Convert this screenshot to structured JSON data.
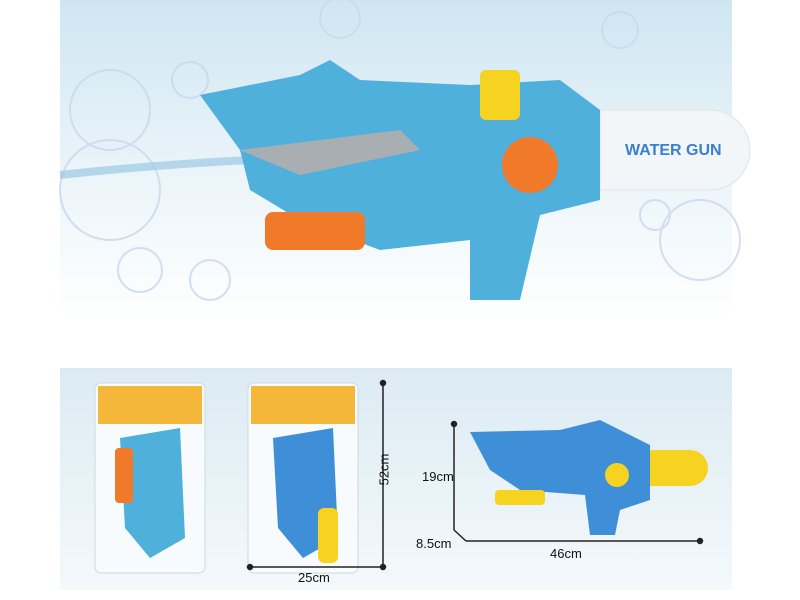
{
  "product": {
    "logo_text": "WATER GUN",
    "colors": {
      "blue": "#4fb0dc",
      "orange": "#f07a2a",
      "yellow": "#f5d320",
      "gray": "#a9aeb3"
    }
  },
  "dimensions": {
    "package_height": "52cm",
    "package_width": "25cm",
    "gun_height": "19cm",
    "gun_depth": "8.5cm",
    "gun_length": "46cm"
  }
}
